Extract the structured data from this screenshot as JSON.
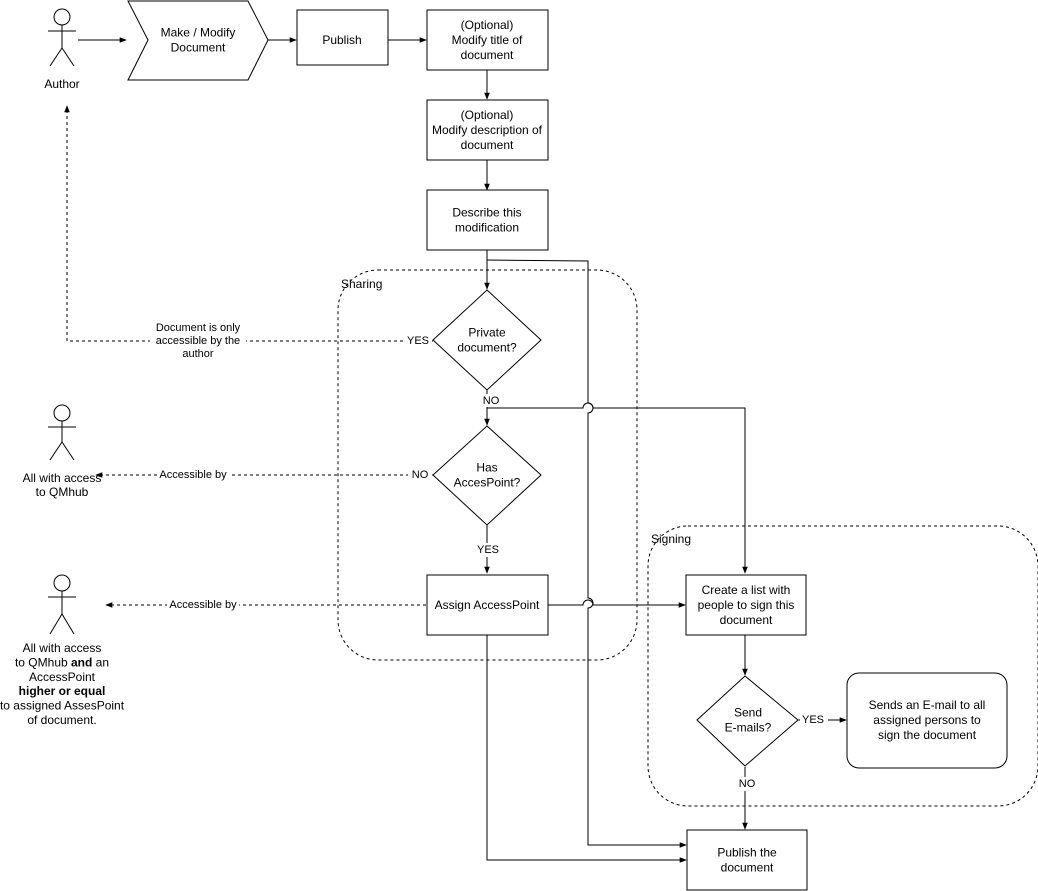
{
  "actors": {
    "author": [
      "Author"
    ],
    "all_qmhub": [
      "All with access",
      "to QMhub"
    ],
    "all_qmhub_ap": [
      [
        {
          "t": "All with access"
        }
      ],
      [
        {
          "t": "to QMhub "
        },
        {
          "t": "and",
          "b": true
        },
        {
          "t": " an"
        }
      ],
      [
        {
          "t": "AccessPoint"
        }
      ],
      [
        {
          "t": "higher or equal",
          "b": true
        }
      ],
      [
        {
          "t": "to assigned AssesPoint"
        }
      ],
      [
        {
          "t": "of document."
        }
      ]
    ]
  },
  "nodes": {
    "make_modify": [
      "Make / Modify",
      "Document"
    ],
    "publish": [
      "Publish"
    ],
    "modify_title": [
      "(Optional)",
      "Modify title of",
      "document"
    ],
    "modify_description": [
      "(Optional)",
      "Modify description of",
      "document"
    ],
    "describe_modification": [
      "Describe this",
      "modification"
    ],
    "private_document": [
      "Private",
      "document?"
    ],
    "has_accespoint": [
      "Has",
      "AccesPoint?"
    ],
    "assign_accesspoint": [
      "Assign AccessPoint"
    ],
    "create_list": [
      "Create a list with",
      "people to sign this",
      "document"
    ],
    "send_emails": [
      "Send",
      "E-mails?"
    ],
    "sends_email": [
      "Sends an E-mail to all",
      "assigned persons to",
      "sign the document"
    ],
    "publish_document": [
      "Publish the",
      "document"
    ]
  },
  "groups": {
    "sharing": "Sharing",
    "signing": "Signing"
  },
  "edge_labels": {
    "private_yes": "YES",
    "private_no": "NO",
    "author_only": [
      "Document is only",
      "accessible by the",
      "author"
    ],
    "has_ap_no": "NO",
    "accessible_by_1": "Accessible by",
    "has_ap_yes": "YES",
    "accessible_by_2": "Accessible by",
    "send_yes": "YES",
    "send_no": "NO"
  }
}
